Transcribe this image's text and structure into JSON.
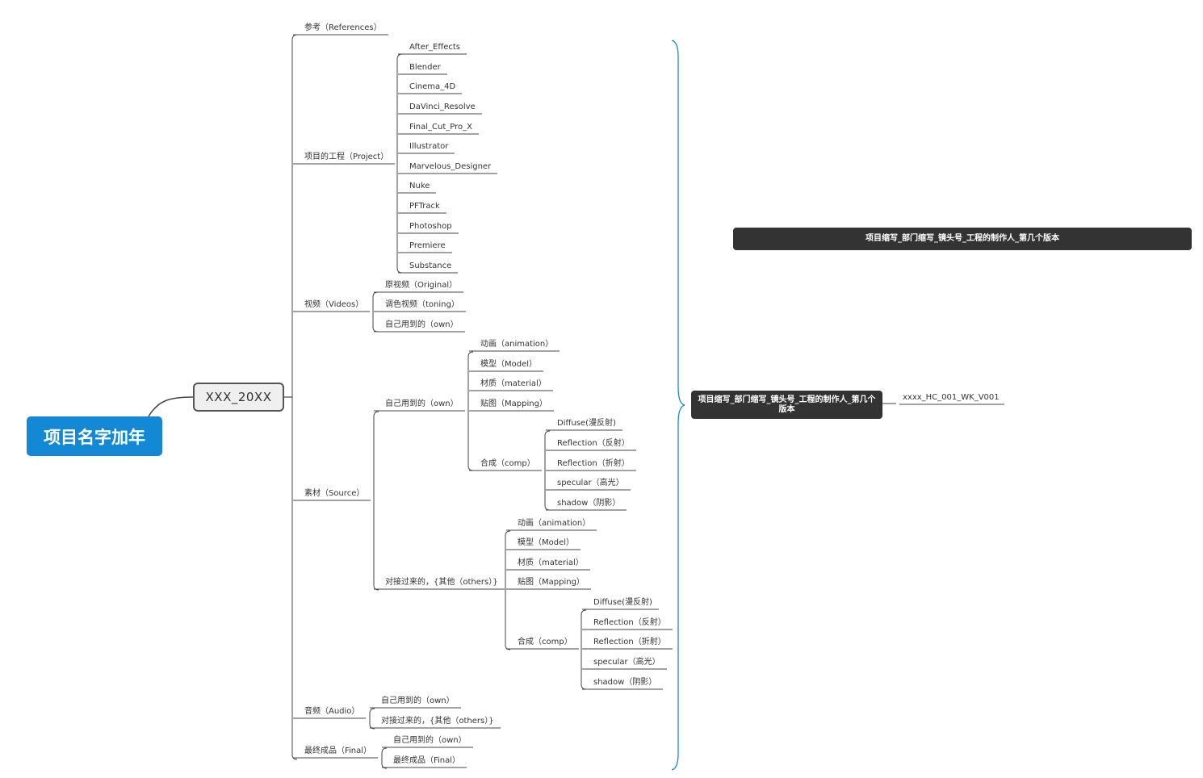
{
  "root": "项目名字加年",
  "main": "XXX_20XX",
  "banner": "项目缩写_部门缩写_镜头号_工程的制作人_第几个版本",
  "callout": {
    "title": "项目缩写_部门缩写_镜头号_工程的制作人_第几个版本",
    "example": "xxxx_HC_001_WK_V001"
  },
  "branches": {
    "references": "参考（References）",
    "project": {
      "label": "项目的工程（Project）",
      "items": [
        "After_Effects",
        "Blender",
        "Cinema_4D",
        "DaVinci_Resolve",
        "Final_Cut_Pro_X",
        "Illustrator",
        "Marvelous_Designer",
        "Nuke",
        "PFTrack",
        "Photoshop",
        "Premiere",
        "Substance"
      ]
    },
    "videos": {
      "label": "视频（Videos）",
      "items": [
        "原视频（Original）",
        "调色视频（toning）",
        "自己用到的（own）"
      ]
    },
    "source": {
      "label": "素材（Source）",
      "own": {
        "label": "自己用到的（own）",
        "items": [
          "动画（animation）",
          "模型（Model）",
          "材质（material）",
          "贴图（Mapping）"
        ],
        "comp": {
          "label": "合成（comp）",
          "items": [
            "Diffuse(漫反射)",
            "Reflection（反射）",
            "Reflection（折射）",
            "specular（高光）",
            "shadow（阴影）"
          ]
        }
      },
      "others": {
        "label": "对接过来的，{其他（others）}",
        "items": [
          "动画（animation）",
          "模型（Model）",
          "材质（material）",
          "贴图（Mapping）"
        ],
        "comp": {
          "label": "合成（comp）",
          "items": [
            "Diffuse(漫反射)",
            "Reflection（反射）",
            "Reflection（折射）",
            "specular（高光）",
            "shadow（阴影）"
          ]
        }
      }
    },
    "audio": {
      "label": "音频（Audio）",
      "items": [
        "自己用到的（own）",
        "对接过来的，{其他（others）}"
      ]
    },
    "final": {
      "label": "最终成品（Final）",
      "items": [
        "自己用到的（own）",
        "最终成品（Final）"
      ]
    }
  },
  "colors": {
    "root_fill": "#1389d6",
    "dark_fill": "#333333",
    "bracket": "#1389d6",
    "line": "#444444"
  }
}
